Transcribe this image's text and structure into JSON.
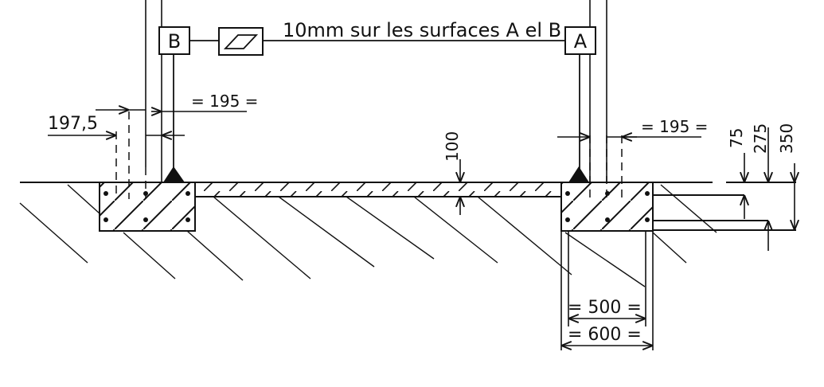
{
  "drawing": {
    "datum_b": "B",
    "datum_a": "A",
    "tolerance_note": "10mm sur les surfaces A el B",
    "dim_197_5": "197,5",
    "dim_195_left": "= 195 =",
    "dim_195_right": "= 195 =",
    "dim_100": "100",
    "dim_75": "75",
    "dim_275": "275",
    "dim_350": "350",
    "dim_500": "= 500 =",
    "dim_600": "= 600 ="
  }
}
